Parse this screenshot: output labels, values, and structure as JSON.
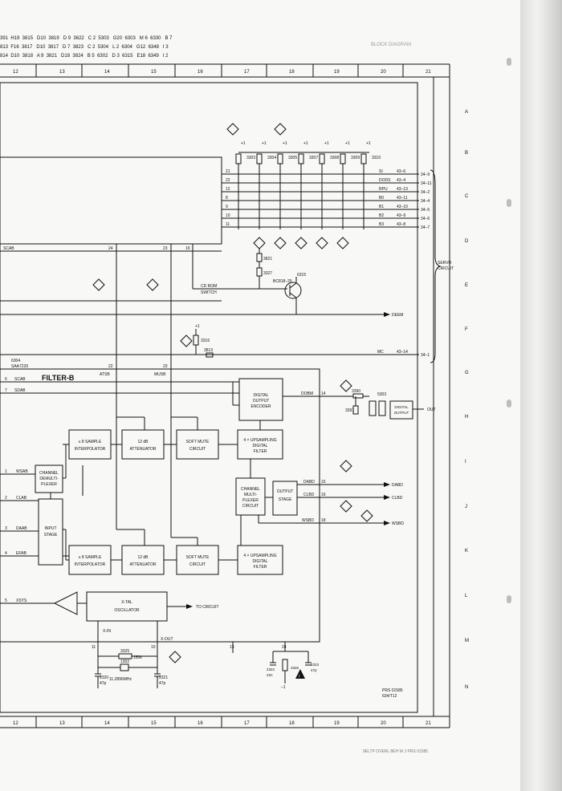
{
  "parts_table": [
    "391  H19  3815   D10  3819   D 9  3622   C 2  5303   G20  6303   M 6  6330   B 7",
    "813  F16  3817   D10  3817   D 7  3823   C 2  5304   L 2  6304   G12  6348   I 3",
    "814  D10  3818   A 9  3821   D18  3824   B 5  6302   D 3  6315   E18  6349   I 2"
  ],
  "top_right_label": "BLOCK DIAGRAM",
  "columns": [
    "12",
    "13",
    "14",
    "15",
    "16",
    "17",
    "18",
    "19",
    "20",
    "21"
  ],
  "rows": [
    "A",
    "B",
    "C",
    "D",
    "E",
    "F",
    "G",
    "H",
    "I",
    "J",
    "K",
    "L",
    "M",
    "N"
  ],
  "filter_title": "FILTER-B",
  "ic_label": [
    "6304",
    "SAA7220"
  ],
  "blocks": {
    "dig_out_enc": [
      "DIGITAL",
      "OUTPUT",
      "ENCODER"
    ],
    "interp_top": [
      "≤ 8 SAMPLE",
      "INTERPOLATOR"
    ],
    "atten_top": [
      "12  dB",
      "ATTENUATOR"
    ],
    "mute_top": [
      "SOFT MUTE",
      "CIRCUIT"
    ],
    "upsamp_top": [
      "4 × UPSAMPLING",
      "DIGITAL",
      "FILTER"
    ],
    "demux": [
      "CHANNEL",
      "DEMULTI-",
      "PLEXER"
    ],
    "input_stage": [
      "INPUT",
      "STAGE"
    ],
    "mux": [
      "CHANNEL",
      "MULTI-",
      "PLEXER",
      "CIRCUIT"
    ],
    "output_stage": [
      "OUTPUT",
      "STAGE"
    ],
    "interp_bot": [
      "≤ 8 SAMPLE",
      "INTERPOLATOR"
    ],
    "atten_bot": [
      "12  dB",
      "ATTENUATOR"
    ],
    "mute_bot": [
      "SOFT MUTE",
      "CIRCUIT"
    ],
    "upsamp_bot": [
      "4 × UPSAMPLING",
      "DIGITAL",
      "FILTER"
    ],
    "xtal": [
      "X-TAL",
      "OSCILLATOR"
    ],
    "digital_output": [
      "DIGITAL",
      "OUTPUT"
    ]
  },
  "signals": {
    "scab_top": "SCAB",
    "pin24": "24",
    "pin23": "23",
    "pin19": "19",
    "cd_rom": [
      "CD ROM",
      "SWITCH"
    ],
    "deem": "DEEM",
    "mc": "MC",
    "mc_conn": "43–14",
    "mc_conn2": "34–1",
    "pin22": "22",
    "pin23b": "23",
    "atsb": "ATSB",
    "musb": "MUSB",
    "scab_in": "SCAB",
    "sdab_in": "SDAB",
    "pin6": "6",
    "pin7": "7",
    "wsab": "WSAB",
    "clab": "CLAB",
    "daab": "DAAB",
    "efab": "EFAB",
    "xsys": "XSYS",
    "pin1": "1",
    "pin2": "2",
    "pin3": "3",
    "pin4": "4",
    "pin5": "5",
    "dobm": "DOBM",
    "pin14": "14",
    "dabd": "DABD",
    "pin15": "15",
    "clbd": "CLBD",
    "pin16": "16",
    "wsbd": "WSBD",
    "pin18": "18",
    "dabd_out": "DABD",
    "clbd_out": "CLBD",
    "wsbd_out": "WSBD",
    "to_circuit": "TO CIRCUIT",
    "xin": "X-IN",
    "xout": "X-OUT",
    "pin11": "11",
    "pin10": "10",
    "pin13": "13",
    "pin24b": "24",
    "out": "OUT",
    "servo": [
      "SERVO",
      "CIRCUIT"
    ]
  },
  "bus_lines": [
    {
      "pin": "21",
      "name": "SI",
      "conn": "43–6",
      "dest": "34–9"
    },
    {
      "pin": "22",
      "name": "DODS",
      "conn": "43–4",
      "dest": "34–11"
    },
    {
      "pin": "12",
      "name": "RPU",
      "conn": "43–13",
      "dest": "34–2"
    },
    {
      "pin": "8",
      "name": "B0",
      "conn": "43–11",
      "dest": "34–4"
    },
    {
      "pin": "9",
      "name": "B1",
      "conn": "43–10",
      "dest": "34–5"
    },
    {
      "pin": "10",
      "name": "B2",
      "conn": "43–9",
      "dest": "34–6"
    },
    {
      "pin": "11",
      "name": "B3",
      "conn": "43–8",
      "dest": "34–7"
    }
  ],
  "pullups": [
    "3303",
    "3304",
    "3305",
    "3307",
    "3308",
    "3309",
    "3310"
  ],
  "plus_v": "+1",
  "components": {
    "r3821": "3821",
    "r3327": "3327",
    "q6315": [
      "6315",
      "BC818–25"
    ],
    "r3316": "3316",
    "r3813": "3813",
    "r3390": "3390",
    "r3391": "3391",
    "t5303": "5303",
    "r3325": "3325",
    "r3325v": "150k",
    "x1302": "1302",
    "xtal_f": "11.2896MHz",
    "c2320": [
      "2320",
      "47p"
    ],
    "c2321": [
      "2321",
      "47p"
    ],
    "c2322": [
      "2322",
      "22n"
    ],
    "r3326": "3326",
    "c2323": [
      "2323",
      "47p"
    ],
    "minus1": "–1",
    "plus1": "+1"
  },
  "footer_ref": [
    "PRS 01585",
    "634/T12"
  ],
  "bottom_caption": "9ELTP OVERL  8EH  W J  PRS 01585"
}
